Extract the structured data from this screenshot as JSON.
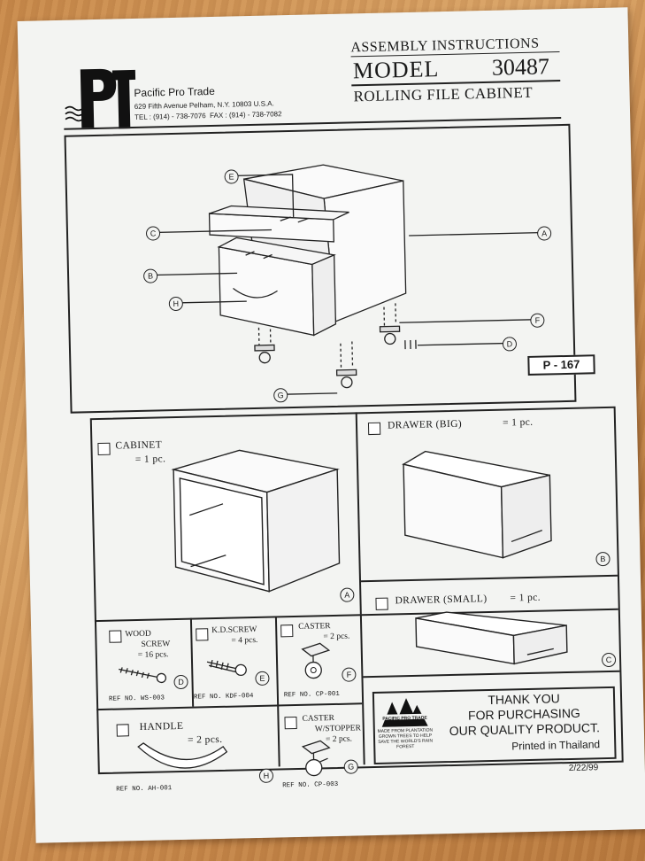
{
  "header": {
    "company_name": "Pacific Pro Trade",
    "company_address": "629 Fifth Avenue Pelham, N.Y. 10803 U.S.A.",
    "company_phone": "TEL : (914) - 738-7076  FAX : (914) - 738-7082",
    "doc_title": "ASSEMBLY INSTRUCTIONS",
    "model_label": "MODEL",
    "model_number": "30487",
    "product_name": "ROLLING FILE CABINET"
  },
  "diagram": {
    "callouts": [
      "A",
      "B",
      "C",
      "D",
      "E",
      "F",
      "G",
      "H"
    ],
    "page_number": "P - 167"
  },
  "parts": [
    {
      "name": "CABINET",
      "qty": "= 1 pc.",
      "letter": "A",
      "ref": ""
    },
    {
      "name": "DRAWER (BIG)",
      "qty": "= 1 pc.",
      "letter": "B",
      "ref": ""
    },
    {
      "name": "DRAWER (SMALL)",
      "qty": "= 1 pc.",
      "letter": "C",
      "ref": ""
    },
    {
      "name": "WOOD",
      "name2": "SCREW",
      "qty": "= 16 pcs.",
      "letter": "D",
      "ref": "REF NO. WS-003"
    },
    {
      "name": "K.D.SCREW",
      "qty": "= 4 pcs.",
      "letter": "E",
      "ref": "REF NO. KDF-004"
    },
    {
      "name": "CASTER",
      "qty": "= 2 pcs.",
      "letter": "F",
      "ref": "REF NO. CP-001"
    },
    {
      "name": "HANDLE",
      "qty": "= 2 pcs.",
      "letter": "H",
      "ref": "REF NO. AH-001"
    },
    {
      "name": "CASTER",
      "name2": "W/STOPPER",
      "qty": "= 2 pcs.",
      "letter": "G",
      "ref": "REF NO. CP-003"
    }
  ],
  "footer": {
    "badge_name": "PACIFIC PRO TRADE",
    "badge_text": "MADE FROM PLANTATION GROWN TREES TO HELP SAVE THE WORLD'S RAIN FOREST",
    "thanks_1": "THANK YOU",
    "thanks_2": "FOR PURCHASING",
    "thanks_3": "OUR QUALITY PRODUCT.",
    "printed": "Printed in Thailand",
    "date": "2/22/99"
  }
}
